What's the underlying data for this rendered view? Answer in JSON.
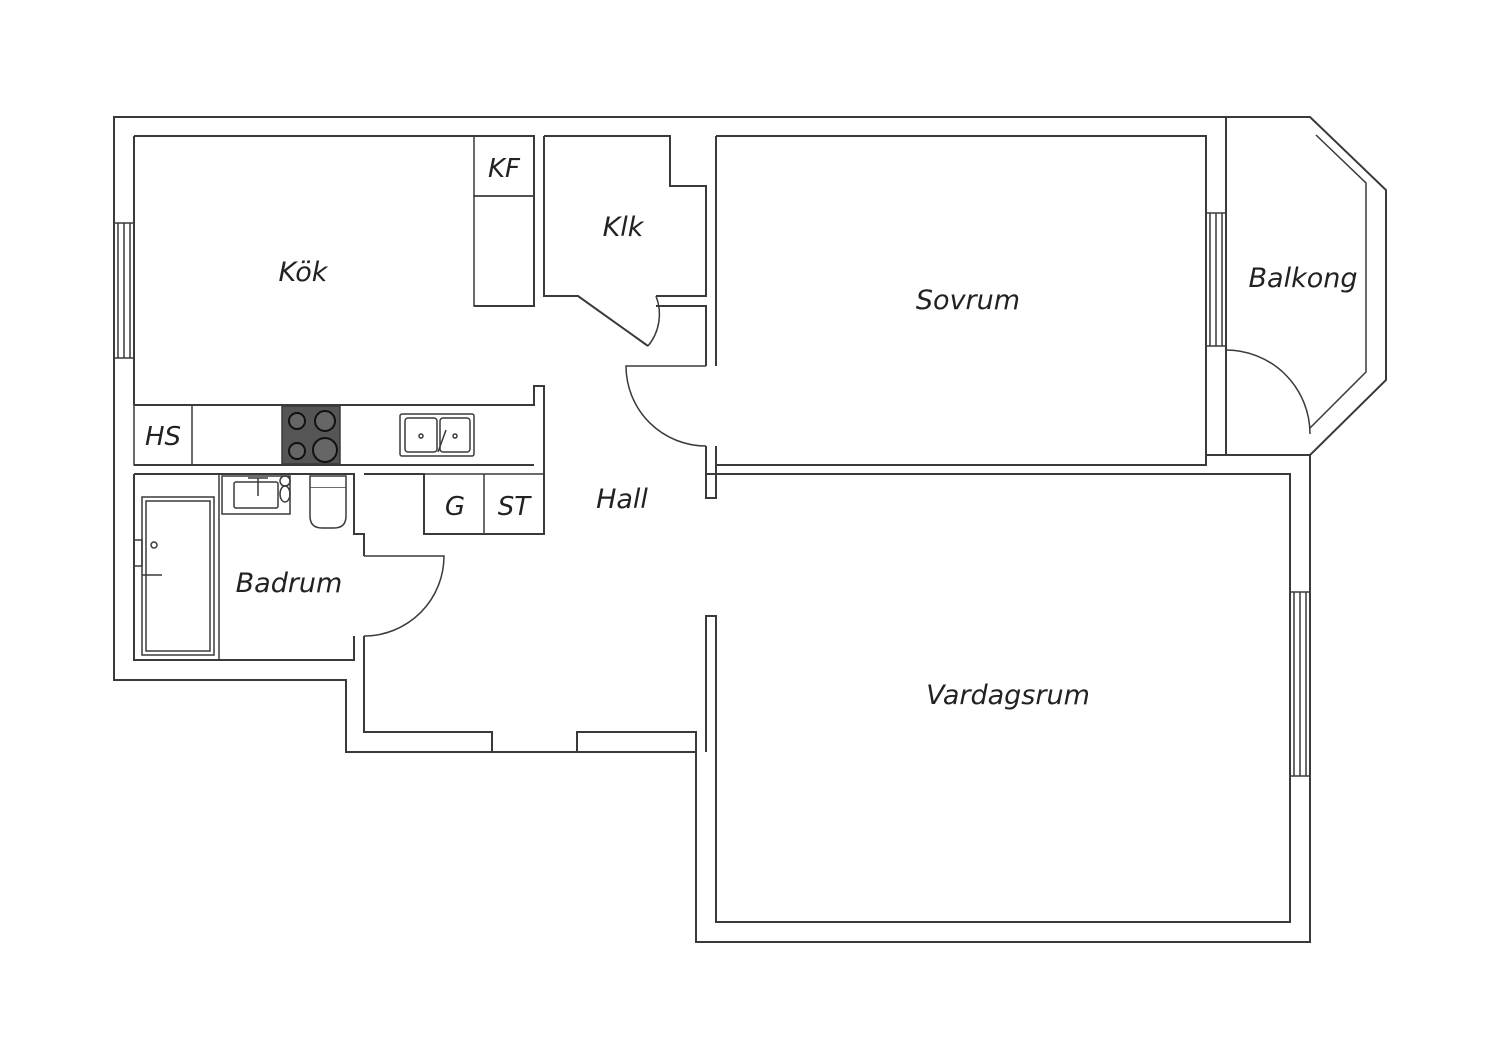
{
  "colors": {
    "wall": "#3a3a3a",
    "background": "#ffffff",
    "stove": "#555555"
  },
  "rooms": {
    "kok": "Kök",
    "kf": "KF",
    "klk": "Klk",
    "sovrum": "Sovrum",
    "balkong": "Balkong",
    "hs": "HS",
    "hall": "Hall",
    "g": "G",
    "st": "ST",
    "badrum": "Badrum",
    "vardagsrum": "Vardagsrum"
  }
}
